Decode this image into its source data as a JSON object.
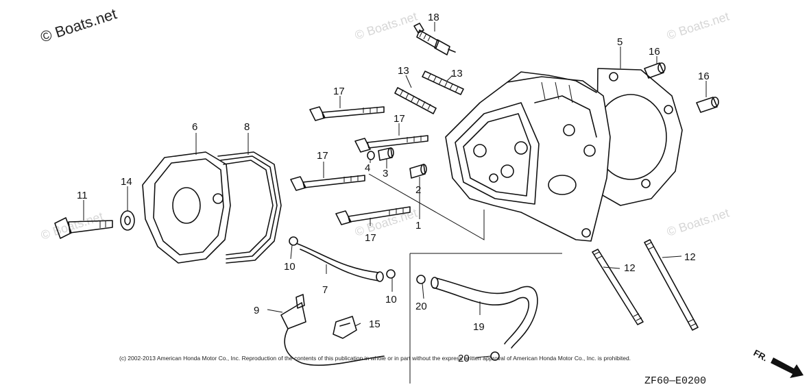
{
  "watermarks": {
    "primary": "© Boats.net",
    "repeat": "© Boats.net"
  },
  "copyright_notice": "(c) 2002-2013 American Honda Motor Co., Inc. Reproduction of the contents of this publication in whole or in part without the express written approval of American Honda Motor Co., Inc. is prohibited.",
  "diagram_code": "ZF60—E0200",
  "front_indicator": "FR.",
  "callouts": {
    "c1": "1",
    "c2": "2",
    "c3": "3",
    "c4": "4",
    "c5": "5",
    "c6": "6",
    "c7": "7",
    "c8": "8",
    "c9": "9",
    "c10a": "10",
    "c10b": "10",
    "c11": "11",
    "c12a": "12",
    "c12b": "12",
    "c13a": "13",
    "c13b": "13",
    "c14": "14",
    "c15": "15",
    "c16a": "16",
    "c16b": "16",
    "c17a": "17",
    "c17b": "17",
    "c17c": "17",
    "c17d": "17",
    "c18": "18",
    "c19": "19",
    "c20a": "20",
    "c20b": "20"
  }
}
